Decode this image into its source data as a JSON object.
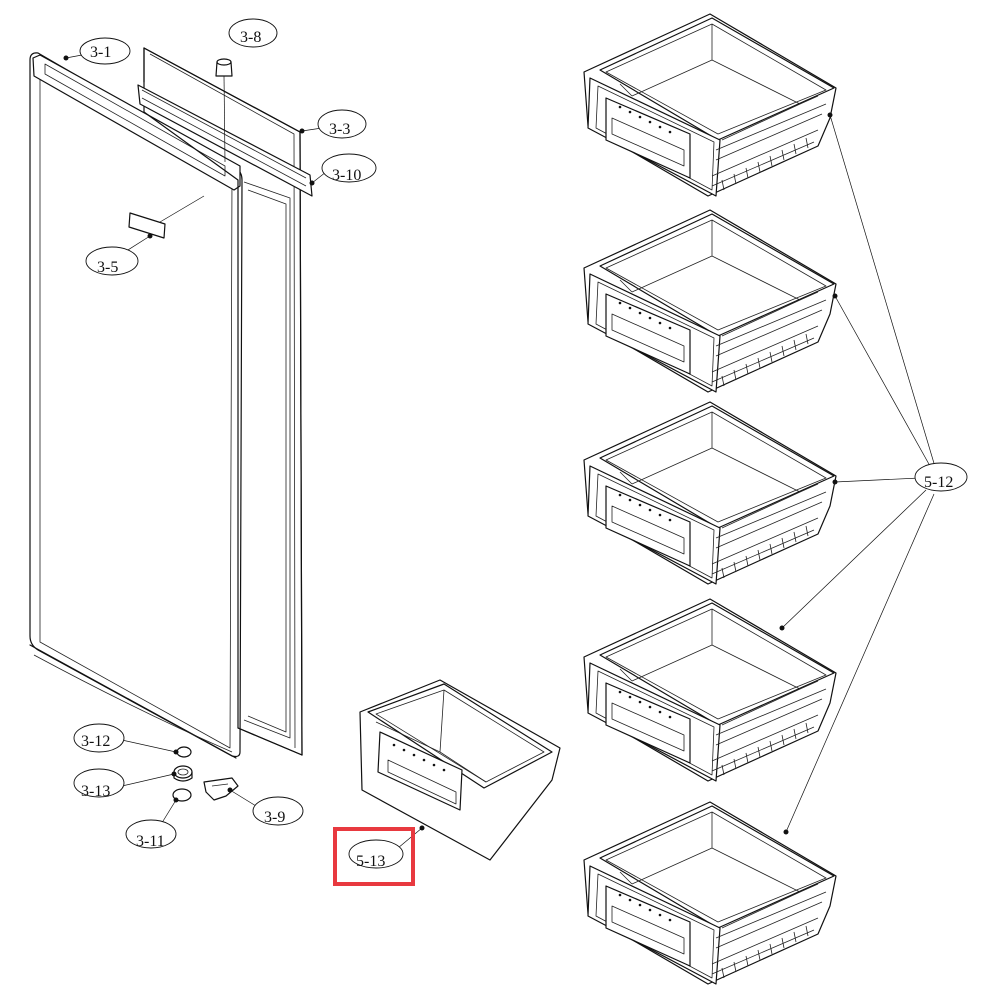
{
  "diagram": {
    "callouts": [
      {
        "id": "3-1",
        "label": "3-1"
      },
      {
        "id": "3-8",
        "label": "3-8"
      },
      {
        "id": "3-3",
        "label": "3-3"
      },
      {
        "id": "3-10",
        "label": "3-10"
      },
      {
        "id": "3-5",
        "label": "3-5"
      },
      {
        "id": "3-12",
        "label": "3-12"
      },
      {
        "id": "3-13",
        "label": "3-13"
      },
      {
        "id": "3-11",
        "label": "3-11"
      },
      {
        "id": "3-9",
        "label": "3-9"
      },
      {
        "id": "5-13",
        "label": "5-13"
      },
      {
        "id": "5-12",
        "label": "5-12"
      }
    ],
    "highlighted": "5-13",
    "colors": {
      "line": "#111111",
      "highlight": "#e8393f",
      "background": "#ffffff"
    }
  }
}
